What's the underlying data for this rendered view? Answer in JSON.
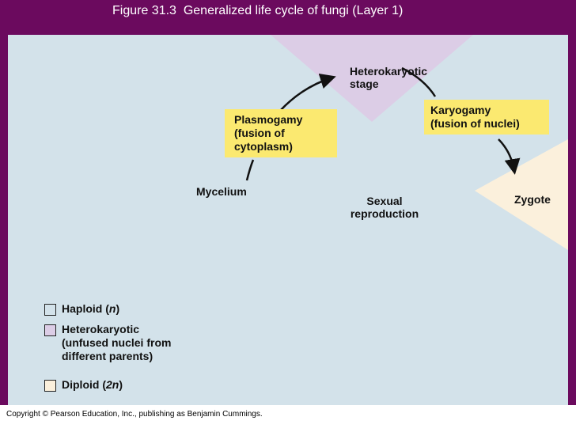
{
  "title": "Figure 31.3  Generalized life cycle of fungi (Layer 1)",
  "diagram": {
    "labels": {
      "heterokaryotic_stage": "Heterokaryotic\nstage",
      "plasmogamy": "Plasmogamy\n(fusion of\ncytoplasm)",
      "karyogamy": "Karyogamy\n(fusion of nuclei)",
      "mycelium": "Mycelium",
      "sexual_reproduction": "Sexual\nreproduction",
      "zygote": "Zygote"
    },
    "colors": {
      "haploid": "#d3e2ea",
      "heterokaryotic": "#dccde6",
      "diploid": "#fbf0dc",
      "highlight_box": "#fbe970"
    }
  },
  "legend": {
    "haploid_label": "Haploid (",
    "haploid_symbol": "n",
    "heterokaryotic_label": "Heterokaryotic\n(unfused nuclei from\ndifferent parents)",
    "diploid_label": "Diploid (",
    "diploid_symbol": "2n",
    "close_paren": ")"
  },
  "footer": {
    "copyright": "Copyright © Pearson Education, Inc., publishing as Benjamin Cummings."
  }
}
